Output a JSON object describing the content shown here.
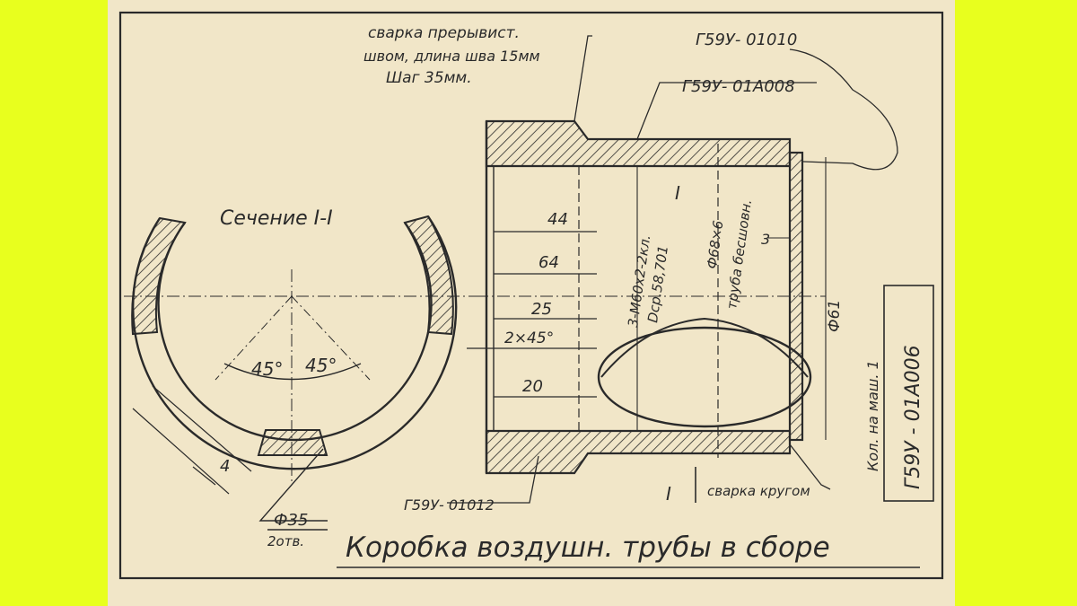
{
  "colors": {
    "background": "#e8ff1e",
    "paper": "#f1e6c8",
    "ink": "#2a2a2a"
  },
  "drawing": {
    "weld_note_1": "сварка прерывист.",
    "weld_note_2": "швом, длина шва 15мм",
    "weld_note_3": "Шаг 35мм.",
    "part_g59u_01010": "Г59У- 01010",
    "part_g59u_01a008": "Г59У- 01А008",
    "part_g59u_01012": "Г59У- 01012",
    "section_title": "Сечение I-I",
    "angle_left": "45°",
    "angle_right": "45°",
    "dim_4": "4",
    "hole_diameter": "Ф35",
    "hole_count": "2отв.",
    "dim_44": "44",
    "dim_64": "64",
    "dim_25": "25",
    "dim_chamfer": "2×45°",
    "dim_20": "20",
    "thread_1": "3-М60х2-2кл.",
    "thread_2": "Dср.58,701",
    "pipe_1": "Ф68×6",
    "pipe_2": "труба бесшовн.",
    "section_mark": "I",
    "section_mark_bottom": "I",
    "dim_3": "3",
    "dim_61": "Ф61",
    "weld_bottom": "сварка кругом",
    "qty_label": "Кол. на маш. 1",
    "drawing_number": "Г59У - 01А006",
    "title": "Коробка воздушн. трубы в сборе"
  }
}
